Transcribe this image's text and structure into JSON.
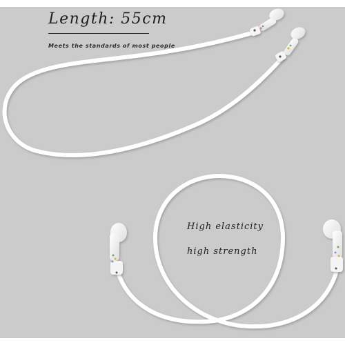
{
  "product": {
    "headline": "Length: 55cm",
    "subline": "Meets the standards of most people",
    "features": [
      "High elasticity",
      "high strength"
    ]
  },
  "colors": {
    "panel": "#cbcbcb",
    "page": "#ffffff",
    "cord": "#ffffff",
    "text": "#1d1d1d"
  },
  "icons": [
    "earbud-icon",
    "silicone-strap-loop"
  ]
}
